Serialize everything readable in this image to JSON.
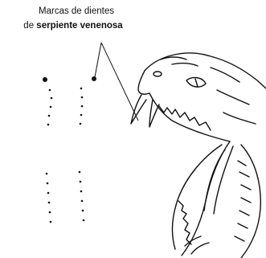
{
  "caption": {
    "line1": "Marcas de dientes",
    "line2_prefix": "de ",
    "line2_bold": "serpiente venenosa"
  },
  "colors": {
    "ink": "#111111",
    "background": "#ffffff"
  },
  "illustration": "snake-head-with-open-mouth",
  "marks": {
    "fang_marks": 2,
    "left_tooth_rows": 2,
    "right_tooth_rows": 2
  }
}
